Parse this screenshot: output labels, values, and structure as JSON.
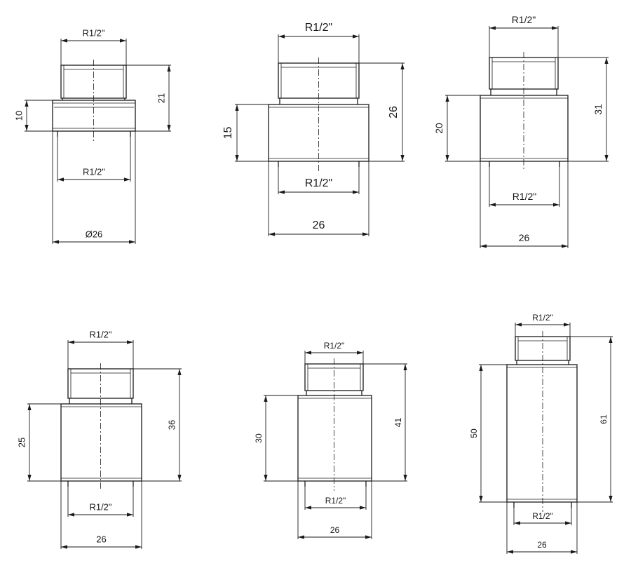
{
  "drawings": [
    {
      "id": "fitting-1",
      "top_thread": "R1/2\"",
      "bottom_thread": "R1/2\"",
      "shoulder_height": "10",
      "total_height": "21",
      "width": "Ø26"
    },
    {
      "id": "fitting-2",
      "top_thread": "R1/2\"",
      "bottom_thread": "R1/2\"",
      "shoulder_height": "15",
      "total_height": "26",
      "width": "26"
    },
    {
      "id": "fitting-3",
      "top_thread": "R1/2\"",
      "bottom_thread": "R1/2\"",
      "shoulder_height": "20",
      "total_height": "31",
      "width": "26"
    },
    {
      "id": "fitting-4",
      "top_thread": "R1/2\"",
      "bottom_thread": "R1/2\"",
      "shoulder_height": "25",
      "total_height": "36",
      "width": "26"
    },
    {
      "id": "fitting-5",
      "top_thread": "R1/2\"",
      "bottom_thread": "R1/2\"",
      "shoulder_height": "30",
      "total_height": "41",
      "width": "26"
    },
    {
      "id": "fitting-6",
      "top_thread": "R1/2\"",
      "bottom_thread": "R1/2\"",
      "shoulder_height": "50",
      "total_height": "61",
      "width": "26"
    }
  ]
}
